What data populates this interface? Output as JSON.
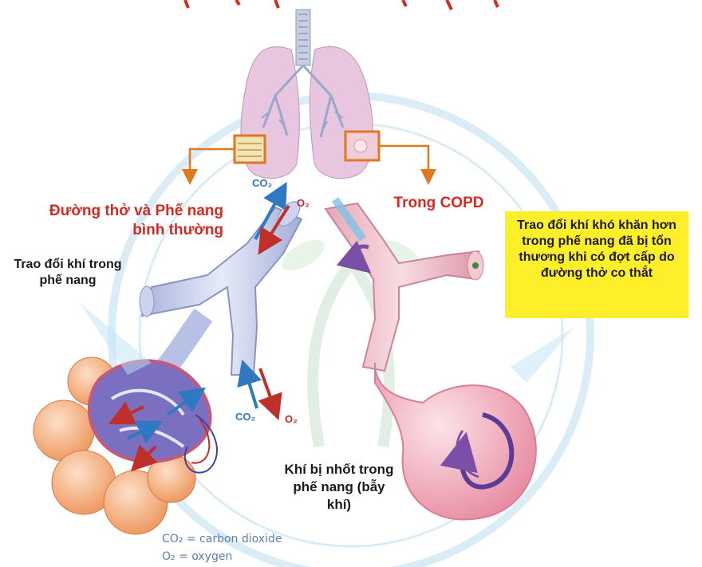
{
  "labels": {
    "normal_airway": "Đường thở và Phế nang bình thường",
    "copd": "Trong COPD",
    "gas_exchange_normal": "Trao đổi khí trong phế nang",
    "trapped_air": "Khí bị nhốt trong phế nang (bẫy khí)",
    "copd_note": "Trao đổi khí khó khăn hơn trong phế nang đã bị tổn thương khi có đợt cấp do đường thở co thắt"
  },
  "gas": {
    "co2": "CO₂",
    "o2": "O₂"
  },
  "legend": {
    "co2": "CO₂ = carbon dioxide",
    "o2": "O₂ = oxygen"
  },
  "colors": {
    "red_label": "#d42a22",
    "highlight_box": "#ffef2a",
    "co2_arrow": "#2f78c2",
    "o2_arrow": "#c0302a",
    "callout_line": "#e07820"
  }
}
